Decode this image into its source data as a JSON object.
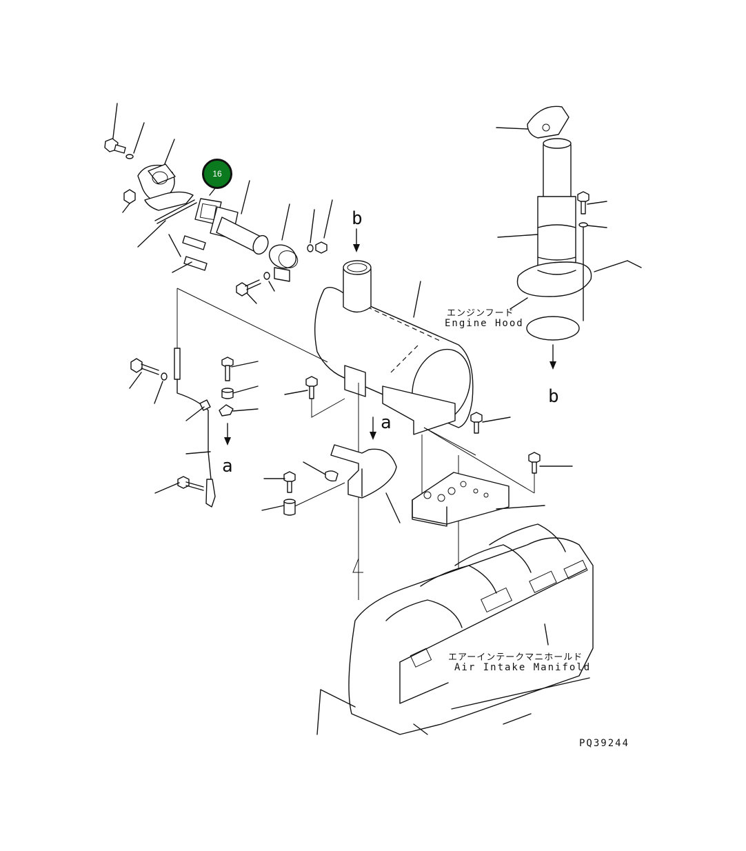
{
  "diagram": {
    "callout": {
      "number": "16",
      "color": "#0b7a1e"
    },
    "labels": {
      "engine_hood_jp": "エンジンフード",
      "engine_hood_en": "Engine Hood",
      "air_intake_jp": "エアーインテークマニホールド",
      "air_intake_en": "Air Intake Manifold",
      "ref_a_1": "a",
      "ref_a_2": "a",
      "ref_b_1": "b",
      "ref_b_2": "b",
      "drawing_number": "PQ39244"
    }
  }
}
